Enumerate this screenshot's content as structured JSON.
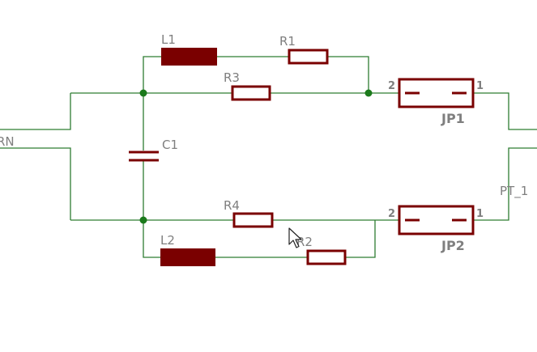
{
  "schematic": {
    "net_labels": {
      "left": "RN",
      "right": "PT_1"
    },
    "components": {
      "L1": {
        "label": "L1"
      },
      "L2": {
        "label": "L2"
      },
      "R1": {
        "label": "R1"
      },
      "R2": {
        "label": "R2"
      },
      "R3": {
        "label": "R3"
      },
      "R4": {
        "label": "R4"
      },
      "C1": {
        "label": "C1"
      },
      "JP1": {
        "label": "JP1",
        "pin_left": "2",
        "pin_right": "1"
      },
      "JP2": {
        "label": "JP2",
        "pin_left": "2",
        "pin_right": "1"
      }
    },
    "colors": {
      "wire": "#2e7d32",
      "component": "#7a0000",
      "label": "#7f7f7f",
      "junction": "#1b7a1b"
    },
    "cursor": "mouse-pointer-icon"
  }
}
